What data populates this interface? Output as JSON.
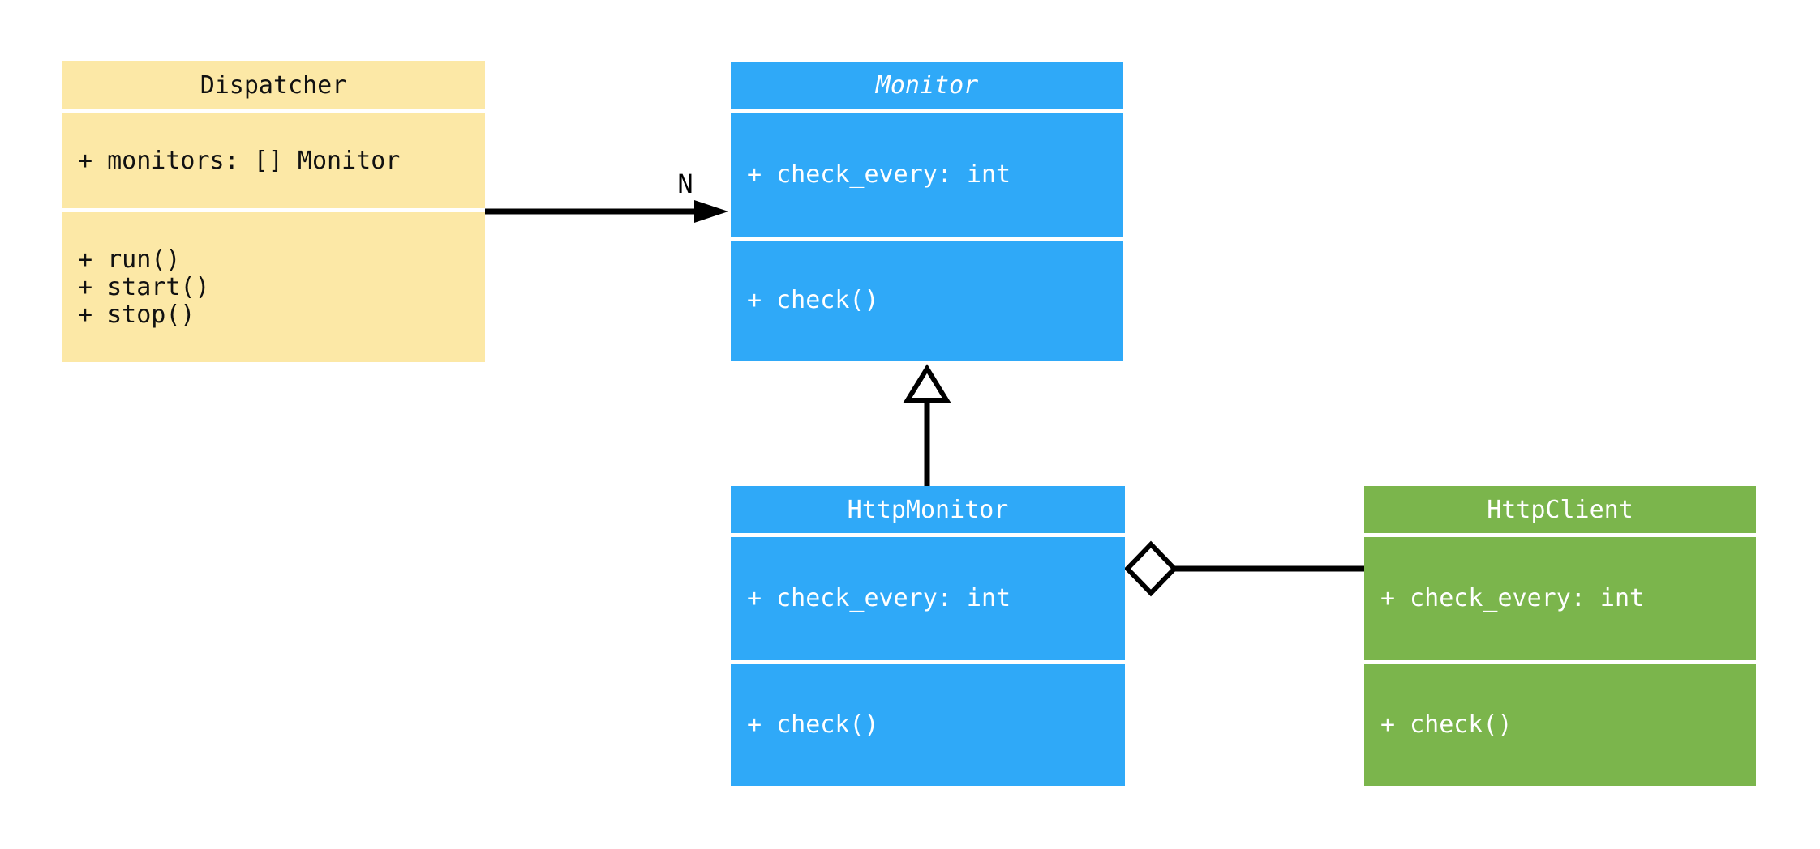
{
  "diagram": {
    "kind": "uml-class-diagram",
    "background_color": "#FFFFFF",
    "line_color": "#000000",
    "classes": [
      {
        "id": "dispatcher",
        "title": "Dispatcher",
        "abstract": false,
        "fill_color": "#FCE8A6",
        "text_color": "#111111",
        "attributes": [
          "+ monitors: [] Monitor"
        ],
        "methods": [
          "+ run()",
          "+ start()",
          "+ stop()"
        ]
      },
      {
        "id": "monitor",
        "title": "Monitor",
        "abstract": true,
        "fill_color": "#2FA9F8",
        "text_color": "#FFFFFF",
        "attributes": [
          "+ check_every: int"
        ],
        "methods": [
          "+ check()"
        ]
      },
      {
        "id": "http-monitor",
        "title": "HttpMonitor",
        "abstract": false,
        "fill_color": "#2FA9F8",
        "text_color": "#FFFFFF",
        "attributes": [
          "+ check_every: int"
        ],
        "methods": [
          "+ check()"
        ]
      },
      {
        "id": "http-client",
        "title": "HttpClient",
        "abstract": false,
        "fill_color": "#7BB54C",
        "text_color": "#FFFFFF",
        "attributes": [
          "+ check_every: int"
        ],
        "methods": [
          "+ check()"
        ]
      }
    ],
    "relations": [
      {
        "type": "association",
        "from": "Dispatcher",
        "to": "Monitor",
        "label": "N",
        "arrowhead": "filled-arrow"
      },
      {
        "type": "inheritance",
        "from": "HttpMonitor",
        "to": "Monitor",
        "label": "",
        "arrowhead": "hollow-triangle"
      },
      {
        "type": "aggregation",
        "from": "HttpMonitor",
        "to": "HttpClient",
        "label": "",
        "arrowhead": "hollow-diamond"
      }
    ]
  }
}
